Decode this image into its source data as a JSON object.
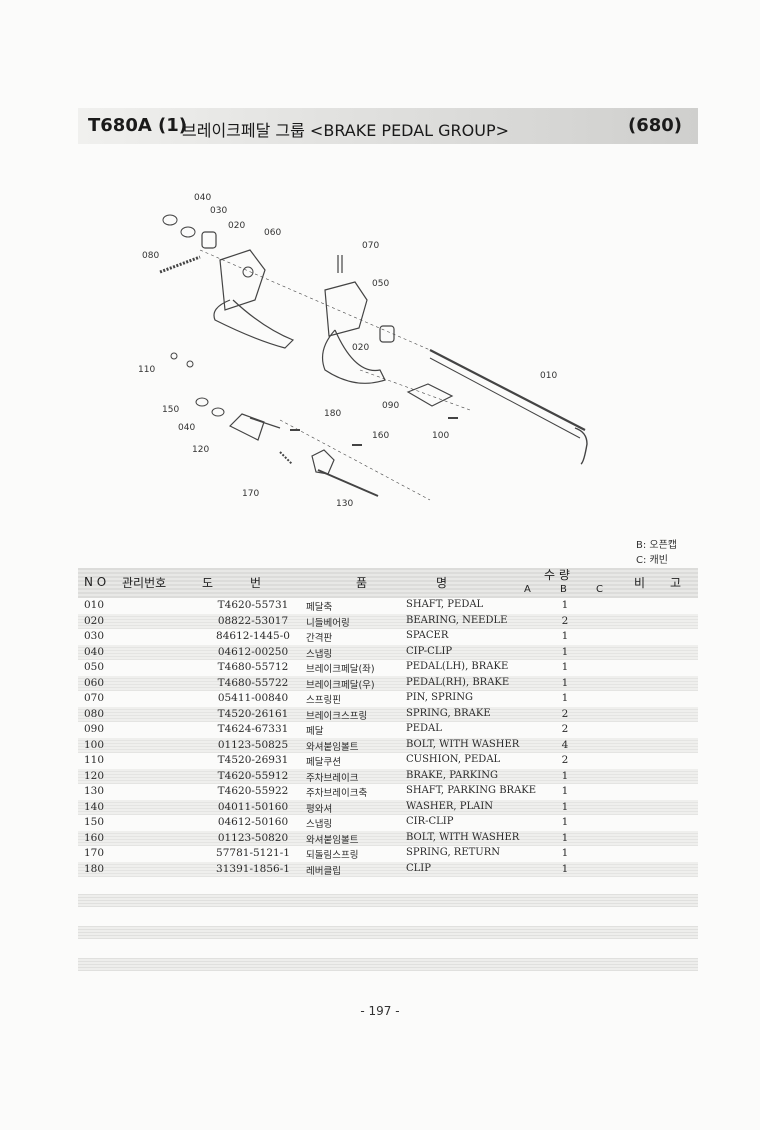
{
  "header": {
    "code": "T680A (1)",
    "title": "브레이크페달 그룹  <BRAKE PEDAL GROUP>",
    "number": "(680)"
  },
  "callouts": [
    "040",
    "030",
    "020",
    "060",
    "080",
    "070",
    "050",
    "020",
    "110",
    "010",
    "150",
    "180",
    "040",
    "090",
    "160",
    "100",
    "120",
    "170",
    "130"
  ],
  "legend": {
    "b": "B: 오픈캡",
    "c": "C: 캐빈"
  },
  "table_header": {
    "no": "N O",
    "mgmt": "관리번호",
    "drawing_1": "도",
    "drawing_2": "번",
    "name_1": "품",
    "name_2": "명",
    "qty": "수  량",
    "col_a": "A",
    "col_b": "B",
    "col_c": "C",
    "remarks_1": "비",
    "remarks_2": "고"
  },
  "rows": [
    {
      "no": "010",
      "part": "T4620-55731",
      "kor": "페달축",
      "eng": "SHAFT, PEDAL",
      "qty": "1"
    },
    {
      "no": "020",
      "part": "08822-53017",
      "kor": "니들베어링",
      "eng": "BEARING, NEEDLE",
      "qty": "2"
    },
    {
      "no": "030",
      "part": "84612-1445-0",
      "kor": "간격판",
      "eng": "SPACER",
      "qty": "1"
    },
    {
      "no": "040",
      "part": "04612-00250",
      "kor": "스냅링",
      "eng": "CIP-CLIP",
      "qty": "1"
    },
    {
      "no": "050",
      "part": "T4680-55712",
      "kor": "브레이크페달(좌)",
      "eng": "PEDAL(LH), BRAKE",
      "qty": "1"
    },
    {
      "no": "060",
      "part": "T4680-55722",
      "kor": "브레이크페달(우)",
      "eng": "PEDAL(RH), BRAKE",
      "qty": "1"
    },
    {
      "no": "070",
      "part": "05411-00840",
      "kor": "스프링핀",
      "eng": "PIN, SPRING",
      "qty": "1"
    },
    {
      "no": "080",
      "part": "T4520-26161",
      "kor": "브레이크스프링",
      "eng": "SPRING, BRAKE",
      "qty": "2"
    },
    {
      "no": "090",
      "part": "T4624-67331",
      "kor": "페달",
      "eng": "PEDAL",
      "qty": "2"
    },
    {
      "no": "100",
      "part": "01123-50825",
      "kor": "와셔붙임볼트",
      "eng": "BOLT, WITH WASHER",
      "qty": "4"
    },
    {
      "no": "110",
      "part": "T4520-26931",
      "kor": "페달쿠션",
      "eng": "CUSHION, PEDAL",
      "qty": "2"
    },
    {
      "no": "120",
      "part": "T4620-55912",
      "kor": "주차브레이크",
      "eng": "BRAKE, PARKING",
      "qty": "1"
    },
    {
      "no": "130",
      "part": "T4620-55922",
      "kor": "주차브레이크축",
      "eng": "SHAFT, PARKING BRAKE",
      "qty": "1"
    },
    {
      "no": "140",
      "part": "04011-50160",
      "kor": "평와셔",
      "eng": "WASHER, PLAIN",
      "qty": "1"
    },
    {
      "no": "150",
      "part": "04612-50160",
      "kor": "스냅링",
      "eng": "CIR-CLIP",
      "qty": "1"
    },
    {
      "no": "160",
      "part": "01123-50820",
      "kor": "와셔붙임볼트",
      "eng": "BOLT, WITH WASHER",
      "qty": "1"
    },
    {
      "no": "170",
      "part": "57781-5121-1",
      "kor": "되돌림스프링",
      "eng": "SPRING, RETURN",
      "qty": "1"
    },
    {
      "no": "180",
      "part": "31391-1856-1",
      "kor": "레버클립",
      "eng": "CLIP",
      "qty": "1"
    }
  ],
  "page_number": "- 197 -"
}
